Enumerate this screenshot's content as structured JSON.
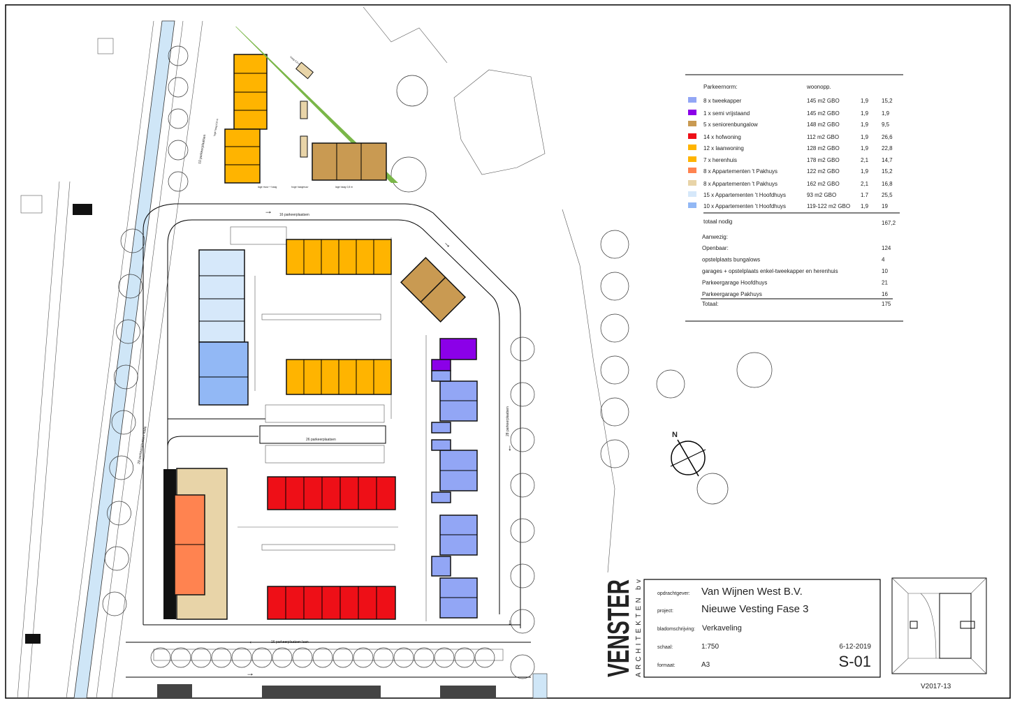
{
  "legend": {
    "header_label": "Parkeernorm:",
    "header_area": "woonopp.",
    "rows": [
      {
        "label": "8 x tweekapper",
        "area": "145 m2 GBO",
        "norm": "1,9",
        "total": "15,2",
        "color": "#92a6f5"
      },
      {
        "label": "1 x semi vrijstaand",
        "area": "145 m2 GBO",
        "norm": "1,9",
        "total": "1,9",
        "color": "#8b00e8"
      },
      {
        "label": "5 x seniorenbungalow",
        "area": "148 m2 GBO",
        "norm": "1,9",
        "total": "9,5",
        "color": "#c99a52"
      },
      {
        "label": "14 x hofwoning",
        "area": "112 m2 GBO",
        "norm": "1,9",
        "total": "26,6",
        "color": "#ee0f17"
      },
      {
        "label": "12 x laanwoning",
        "area": "128 m2 GBO",
        "norm": "1,9",
        "total": "22,8",
        "color": "#ffb400"
      },
      {
        "label": "7 x herenhuis",
        "area": "178 m2 GBO",
        "norm": "2,1",
        "total": "14,7",
        "color": "#ffb400"
      },
      {
        "label": "8 x Appartementen 't Pakhuys",
        "area": "122 m2 GBO",
        "norm": "1,9",
        "total": "15,2",
        "color": "#ff8350"
      },
      {
        "label": "8 x Appartementen 't Pakhuys",
        "area": "162 m2 GBO",
        "norm": "2,1",
        "total": "16,8",
        "color": "#e8d4a8"
      },
      {
        "label": "15 x Appartementen 't Hoofdhuys",
        "area": "93 m2 GBO",
        "norm": "1.7",
        "total": "25,5",
        "color": "#d6e8fa"
      },
      {
        "label": "10 x Appartementen 't Hoofdhuys",
        "area": "119-122 m2 GBO",
        "norm": "1,9",
        "total": "19",
        "color": "#92b8f5"
      }
    ],
    "total_needed_label": "totaal nodig",
    "total_needed_value": "167,2",
    "present_label": "Aanwezig:",
    "present_rows": [
      {
        "label": "Openbaar:",
        "value": "124"
      },
      {
        "label": "opstelplaats bungalows",
        "value": "4"
      },
      {
        "label": "garages + opstelplaats enkel-tweekapper en herenhuis",
        "value": "10"
      },
      {
        "label": "Parkeergarage Hoofdhuys",
        "value": "21"
      },
      {
        "label": "Parkeergarage Pakhuys",
        "value": "16"
      }
    ],
    "total_label": "Totaal:",
    "total_value": "175"
  },
  "plan_labels": {
    "parking_top": "16 parkeerplaatsen",
    "parking_middle": "26 parkeerplaatsen",
    "parking_bottom": "16 parkeerplaatsen laan",
    "parking_right": "28 parkeerplaatsen",
    "parking_left": "28 parkeerplaatsen kade",
    "parking_topleft": "10 parkeerplaatsen",
    "wall_1": "lage muur + haag",
    "wall_2": "hoge haagmuur",
    "wall_3": "lage haag 0,8 m",
    "wall_4": "lage haag 0,8 m",
    "wall_5": "haag 0,8 m",
    "north": "N"
  },
  "titleblock": {
    "logo_main": "VENSTER",
    "logo_sub": "ARCHITEKTEN bv",
    "client_label": "opdrachtgever:",
    "client": "Van Wijnen West B.V.",
    "project_label": "project:",
    "project": "Nieuwe Vesting Fase 3",
    "sheet_desc_label": "bladomschrijving:",
    "sheet_desc": "Verkaveling",
    "scale_label": "schaal:",
    "scale": "1:750",
    "date": "6-12-2019",
    "format_label": "formaat:",
    "format": "A3",
    "sheet_number": "S-01",
    "version": "V2017-13"
  }
}
